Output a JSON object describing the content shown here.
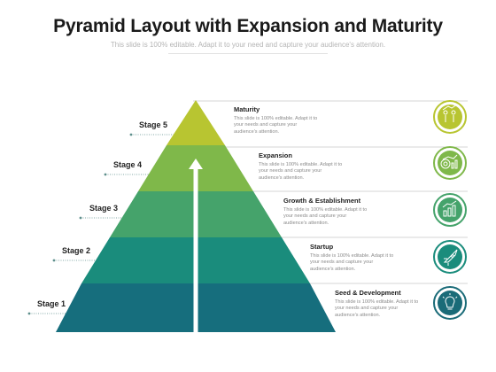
{
  "header": {
    "title": "Pyramid Layout with Expansion and Maturity",
    "subtitle": "This slide is 100% editable. Adapt it to your need and capture your audience's attention."
  },
  "stages": [
    {
      "label": "Stage 5",
      "heading": "Maturity",
      "text": "This slide is 100% editable. Adapt it to your needs and capture your audience's attention.",
      "color": "#b8c531",
      "ring": "#b8c531",
      "icon": "growth-people-icon"
    },
    {
      "label": "Stage 4",
      "heading": "Expansion",
      "text": "This slide is 100% editable. Adapt it to your needs and capture your audience's attention.",
      "color": "#7fb84a",
      "ring": "#7fb84a",
      "icon": "target-chart-icon"
    },
    {
      "label": "Stage 3",
      "heading": "Growth & Establishment",
      "text": "This slide is 100% editable. Adapt it to your needs and capture your audience's attention.",
      "color": "#45a36b",
      "ring": "#45a36b",
      "icon": "bar-chart-growth-icon"
    },
    {
      "label": "Stage 2",
      "heading": "Startup",
      "text": "This slide is 100% editable. Adapt it to your needs and capture your audience's attention.",
      "color": "#1a8c7c",
      "ring": "#1a8c7c",
      "icon": "startup-rocket-icon"
    },
    {
      "label": "Stage 1",
      "heading": "Seed & Development",
      "text": "This slide is 100% editable. Adapt it to your needs and capture your audience's attention.",
      "color": "#166e7d",
      "ring": "#1a6b78",
      "icon": "lightbulb-icon"
    }
  ]
}
